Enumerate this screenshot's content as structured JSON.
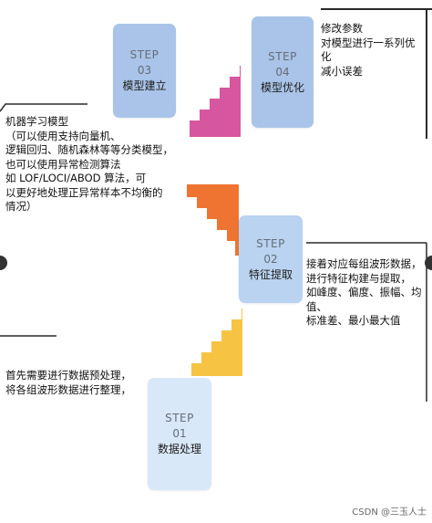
{
  "colors": {
    "pink": "#d6569f",
    "orange": "#ef7432",
    "yellow": "#f7c343",
    "bracket": "#2a2a2a"
  },
  "steps": [
    {
      "id": "01",
      "step_label": "STEP",
      "number": "01",
      "title": "数据处理",
      "description": "首先需要进行数据预处理，\n将各组波形数据进行整理，"
    },
    {
      "id": "02",
      "step_label": "STEP",
      "number": "02",
      "title": "特征提取",
      "description": "接着对应每组波形数据，\n进行特征构建与提取，\n如峰度、偏度、振幅、均值、\n标准差、最小最大值"
    },
    {
      "id": "03",
      "step_label": "STEP",
      "number": "03",
      "title": "模型建立",
      "description": "机器学习模型\n（可以使用支持向量机、\n逻辑回归、随机森林等等分类模型，\n也可以使用异常检测算法\n如 LOF/LOCI/ABOD 算法，可\n以更好地处理正异常样本不均衡的\n情况）"
    },
    {
      "id": "04",
      "step_label": "STEP",
      "number": "04",
      "title": "模型优化",
      "description": "修改参数\n对模型进行一系列优\n化\n减小误差"
    }
  ],
  "watermark": "CSDN @三玉人士"
}
